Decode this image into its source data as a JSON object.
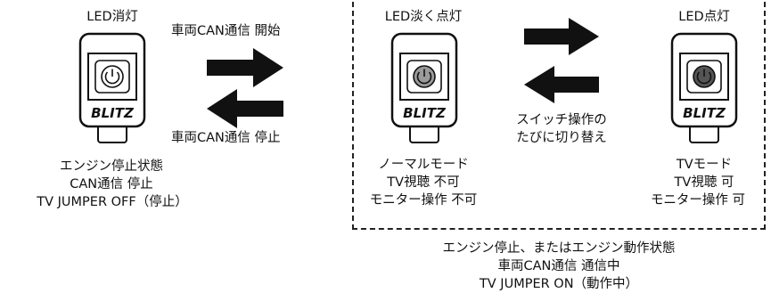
{
  "left_device": {
    "title": "LED消灯",
    "status_lines": [
      "エンジン停止状態",
      "CAN通信 停止",
      "TV JUMPER OFF（停止）"
    ],
    "led_color": "#ffffff",
    "logo": "BLITZ"
  },
  "transition_arrows": {
    "forward_label": "車両CAN通信 開始",
    "backward_label": "車両CAN通信 停止"
  },
  "middle_device": {
    "title": "LED淡く点灯",
    "status_lines": [
      "ノーマルモード",
      "TV視聴 不可",
      "モニター操作 不可"
    ],
    "led_color": "#9a9a9a",
    "logo": "BLITZ"
  },
  "switch_note": {
    "lines": [
      "スイッチ操作の",
      "たびに切り替え"
    ]
  },
  "right_device": {
    "title": "LED点灯",
    "status_lines": [
      "TVモード",
      "TV視聴 可",
      "モニター操作 可"
    ],
    "led_color": "#555555",
    "logo": "BLITZ"
  },
  "engine_on_caption": {
    "lines": [
      "エンジン停止、またはエンジン動作状態",
      "車両CAN通信 通信中",
      "TV JUMPER ON（動作中）"
    ]
  }
}
